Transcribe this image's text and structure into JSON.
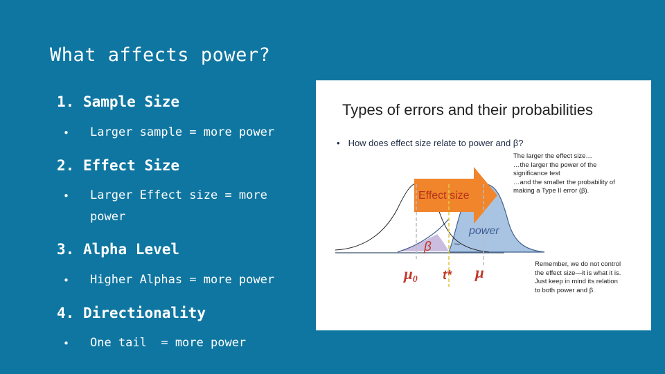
{
  "slide": {
    "title": "What affects power?",
    "items": [
      {
        "number": "1.",
        "heading": "Sample Size",
        "bullets": [
          "Larger sample = more power"
        ]
      },
      {
        "number": "2.",
        "heading": "Effect Size",
        "bullets": [
          "Larger Effect size = more",
          "power"
        ]
      },
      {
        "number": "3.",
        "heading": "Alpha Level",
        "bullets": [
          "Higher Alphas = more power"
        ]
      },
      {
        "number": "4.",
        "heading": "Directionality",
        "bullets": [
          "One tail  = more power"
        ]
      }
    ],
    "bullet_glyph": "•"
  },
  "figure": {
    "title": "Types of errors and their probabilities",
    "question_bullet": "•",
    "question": "How does effect size relate to power and β?",
    "note_top": "The larger the effect size…\n…the larger the power of the\nsignificance test\n…and the smaller the probability of\nmaking a Type II error (β).",
    "note_bottom": "Remember, we do not control\nthe effect size—it is what it is.\nJust keep in mind its relation\nto both power and β.",
    "arrow_label": "Effect size",
    "power_label": "power",
    "beta_label": "β",
    "mu0_label": "μ",
    "mu0_sub": "0",
    "tstar_label": "t*",
    "mu_label": "μ",
    "colors": {
      "arrow": "#f0852b",
      "arrow_text": "#b5311a",
      "power_fill": "#a8c4e2",
      "beta_fill": "#c4b6db",
      "label_red": "#c0392b",
      "power_text": "#3d5a93"
    }
  }
}
